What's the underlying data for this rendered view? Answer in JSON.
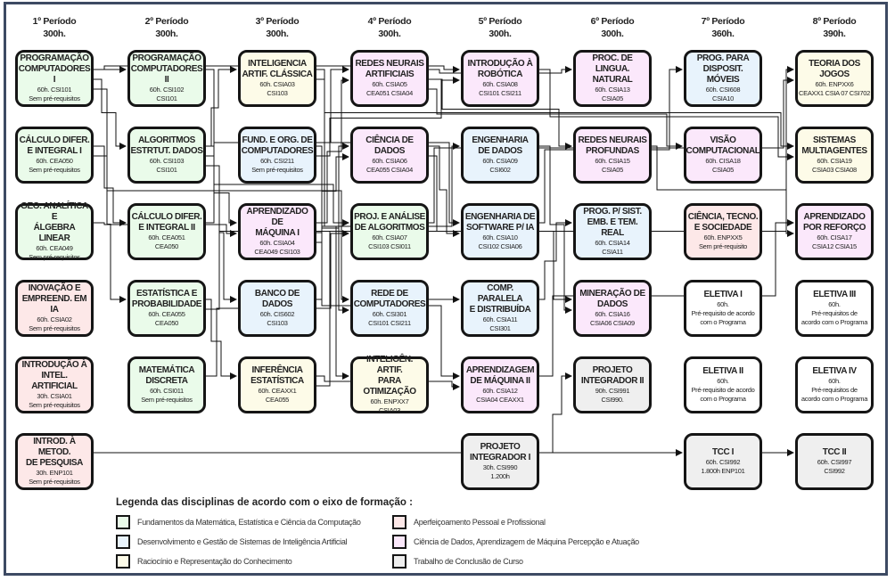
{
  "periods": [
    {
      "label": "1º Período",
      "hours": "300h."
    },
    {
      "label": "2º Período",
      "hours": "300h."
    },
    {
      "label": "3º Período",
      "hours": "300h."
    },
    {
      "label": "4º Período",
      "hours": "300h."
    },
    {
      "label": "5º Período",
      "hours": "300h."
    },
    {
      "label": "6º Período",
      "hours": "300h."
    },
    {
      "label": "7º Período",
      "hours": "360h."
    },
    {
      "label": "8º Período",
      "hours": "390h."
    }
  ],
  "courses": [
    {
      "id": "p1r1",
      "col": 0,
      "row": 0,
      "axis": "fund",
      "title": [
        "PROGRAMAÇÃO",
        "COMPUTADORES I"
      ],
      "info": [
        "60h. CSI101",
        "Sem pré-requisitos"
      ]
    },
    {
      "id": "p1r2",
      "col": 0,
      "row": 1,
      "axis": "fund",
      "title": [
        "CÁLCULO DIFER.",
        "E INTEGRAL I"
      ],
      "info": [
        "60h. CEA050",
        "Sem pré-requisitos"
      ]
    },
    {
      "id": "p1r3",
      "col": 0,
      "row": 2,
      "axis": "fund",
      "title": [
        "GEO. ANALÍTICA E",
        "ÁLGEBRA LINEAR"
      ],
      "info": [
        "60h. CEA049",
        "Sem pré-requisitos"
      ]
    },
    {
      "id": "p1r4",
      "col": 0,
      "row": 3,
      "axis": "ape",
      "title": [
        "INOVAÇÃO E",
        "EMPREEND. EM IA"
      ],
      "info": [
        "60h. CSIA02",
        "Sem pré-requisitos"
      ]
    },
    {
      "id": "p1r5",
      "col": 0,
      "row": 4,
      "axis": "ape",
      "title": [
        "INTRODUÇÃO À",
        "INTEL. ARTIFICIAL"
      ],
      "info": [
        "30h. CSIA01",
        "Sem pré-requisitos"
      ]
    },
    {
      "id": "p1r6",
      "col": 0,
      "row": 5,
      "axis": "ape",
      "title": [
        "INTROD. À METOD.",
        "DE PESQUISA"
      ],
      "info": [
        "30h. ENP101",
        "Sem pré-requisitos"
      ]
    },
    {
      "id": "p2r1",
      "col": 1,
      "row": 0,
      "axis": "fund",
      "title": [
        "PROGRAMAÇÃO",
        "COMPUTADORES II"
      ],
      "info": [
        "60h. CSI102",
        "CSI101"
      ]
    },
    {
      "id": "p2r2",
      "col": 1,
      "row": 1,
      "axis": "fund",
      "title": [
        "ALGORITMOS",
        "ESTRTUT. DADOS"
      ],
      "info": [
        "60h. CSI103",
        "CSI101"
      ]
    },
    {
      "id": "p2r3",
      "col": 1,
      "row": 2,
      "axis": "fund",
      "title": [
        "CÁLCULO DIFER.",
        "E INTEGRAL II"
      ],
      "info": [
        "60h. CEA051",
        "CEA050"
      ]
    },
    {
      "id": "p2r4",
      "col": 1,
      "row": 3,
      "axis": "fund",
      "title": [
        "ESTATÍSTICA E",
        "PROBABILIDADE"
      ],
      "info": [
        "60h. CEA055",
        "CEA050"
      ]
    },
    {
      "id": "p2r5",
      "col": 1,
      "row": 4,
      "axis": "fund",
      "title": [
        "MATEMÁTICA",
        "DISCRETA"
      ],
      "info": [
        "60h. CSI011",
        "Sem pré-requisitos"
      ]
    },
    {
      "id": "p3r1",
      "col": 2,
      "row": 0,
      "axis": "rac",
      "title": [
        "INTELIGENCIA",
        "ARTIF. CLÁSSICA"
      ],
      "info": [
        "60h. CSIA03",
        "CSI103"
      ]
    },
    {
      "id": "p3r2",
      "col": 2,
      "row": 1,
      "axis": "dev",
      "title": [
        "FUND. E ORG. DE",
        "COMPUTADORES"
      ],
      "info": [
        "60h. CSI211",
        "Sem pré-requisitos"
      ]
    },
    {
      "id": "p3r3",
      "col": 2,
      "row": 2,
      "axis": "cd",
      "title": [
        "APRENDIZADO DE",
        "MÁQUINA I"
      ],
      "info": [
        "60h. CSIA04",
        "CEA049 CSI103"
      ]
    },
    {
      "id": "p3r4",
      "col": 2,
      "row": 3,
      "axis": "dev",
      "title": [
        "BANCO DE",
        "DADOS"
      ],
      "info": [
        "60h. CIS602",
        "CSI103"
      ]
    },
    {
      "id": "p3r5",
      "col": 2,
      "row": 4,
      "axis": "rac",
      "title": [
        "INFERÊNCIA",
        "ESTATÍSTICA"
      ],
      "info": [
        "60h. CEAXX1",
        "CEA055"
      ]
    },
    {
      "id": "p4r1",
      "col": 3,
      "row": 0,
      "axis": "cd",
      "title": [
        "REDES NEURAIS",
        "ARTIFICIAIS"
      ],
      "info": [
        "60h. CSIA05",
        "CEA051 CSIA04"
      ]
    },
    {
      "id": "p4r2",
      "col": 3,
      "row": 1,
      "axis": "cd",
      "title": [
        "CIÊNCIA DE",
        "DADOS"
      ],
      "info": [
        "60h. CSIA06",
        "CEA055 CSIA04"
      ]
    },
    {
      "id": "p4r3",
      "col": 3,
      "row": 2,
      "axis": "fund",
      "title": [
        "PROJ. E ANÁLISE",
        "DE ALGORITMOS"
      ],
      "info": [
        "60h. CSIA07",
        "CSI103 CSI011"
      ]
    },
    {
      "id": "p4r4",
      "col": 3,
      "row": 3,
      "axis": "dev",
      "title": [
        "REDE DE",
        "COMPUTADORES"
      ],
      "info": [
        "60h. CSI301",
        "CSI101 CSI211"
      ]
    },
    {
      "id": "p4r5",
      "col": 3,
      "row": 4,
      "axis": "rac",
      "title": [
        "INTELIGÊN. ARTIF.",
        "PARA OTIMIZAÇÃO"
      ],
      "info": [
        "60h. ENPXX7",
        "CSIA03"
      ]
    },
    {
      "id": "p5r1",
      "col": 4,
      "row": 0,
      "axis": "cd",
      "title": [
        "INTRODUÇÃO À",
        "ROBÓTICA"
      ],
      "info": [
        "60h. CSIA08",
        "CSI101 CSI211"
      ]
    },
    {
      "id": "p5r2",
      "col": 4,
      "row": 1,
      "axis": "dev",
      "title": [
        "ENGENHARIA",
        "DE DADOS"
      ],
      "info": [
        "60h. CSIA09",
        "CSI602"
      ]
    },
    {
      "id": "p5r3",
      "col": 4,
      "row": 2,
      "axis": "dev",
      "title": [
        "ENGENHARIA DE",
        "SOFTWARE P/ IA"
      ],
      "info": [
        "60h. CSIA10",
        "CSI102 CSIA06"
      ]
    },
    {
      "id": "p5r4",
      "col": 4,
      "row": 3,
      "axis": "dev",
      "title": [
        "COMP. PARALELA",
        "E DISTRIBUÍDA"
      ],
      "info": [
        "60h. CSIA11",
        "CSI301"
      ]
    },
    {
      "id": "p5r5",
      "col": 4,
      "row": 4,
      "axis": "cd",
      "title": [
        "APRENDIZAGEM",
        "DE MÁQUINA II"
      ],
      "info": [
        "60h. CSIA12",
        "CSIA04 CEAXX1"
      ]
    },
    {
      "id": "p5r6",
      "col": 4,
      "row": 5,
      "axis": "tcc",
      "title": [
        "PROJETO",
        "INTEGRADOR I"
      ],
      "info": [
        "30h. CSI990",
        "1.200h"
      ]
    },
    {
      "id": "p6r1",
      "col": 5,
      "row": 0,
      "axis": "cd",
      "title": [
        "PROC. DE LINGUA.",
        "NATURAL"
      ],
      "info": [
        "60h. CSIA13",
        "CSIA05"
      ]
    },
    {
      "id": "p6r2",
      "col": 5,
      "row": 1,
      "axis": "cd",
      "title": [
        "REDES NEURAIS",
        "PROFUNDAS"
      ],
      "info": [
        "60h. CSIA15",
        "CSIA05"
      ]
    },
    {
      "id": "p6r3",
      "col": 5,
      "row": 2,
      "axis": "dev",
      "title": [
        "PROG. P/ SIST.",
        "EMB. E TEM. REAL"
      ],
      "info": [
        "60h. CSIA14",
        "CSIA11"
      ]
    },
    {
      "id": "p6r4",
      "col": 5,
      "row": 3,
      "axis": "cd",
      "title": [
        "MINERAÇÃO DE",
        "DADOS"
      ],
      "info": [
        "60h. CSIA16",
        "CSIA06 CSIA09"
      ]
    },
    {
      "id": "p6r5",
      "col": 5,
      "row": 4,
      "axis": "tcc",
      "title": [
        "PROJETO",
        "INTEGRADOR II"
      ],
      "info": [
        "90h. CSI991",
        "CSI990."
      ]
    },
    {
      "id": "p7r1",
      "col": 6,
      "row": 0,
      "axis": "dev",
      "title": [
        "PROG. PARA",
        "DISPOSIT. MÓVEIS"
      ],
      "info": [
        "60h. CSI608",
        "CSIA10"
      ]
    },
    {
      "id": "p7r2",
      "col": 6,
      "row": 1,
      "axis": "cd",
      "title": [
        "VISÃO",
        "COMPUTACIONAL"
      ],
      "info": [
        "60h. CISA18",
        "CSIA05"
      ]
    },
    {
      "id": "p7r3",
      "col": 6,
      "row": 2,
      "axis": "ape",
      "title": [
        "CIÊNCIA, TECNO.",
        "E SOCIEDADE"
      ],
      "info": [
        "60h. ENPXX5",
        "Sem pré-requisito"
      ]
    },
    {
      "id": "p7r4",
      "col": 6,
      "row": 3,
      "axis": "ele",
      "title": [
        "ELETIVA I"
      ],
      "info": [
        "60h.",
        "Pré-requisito de acordo",
        "com o Programa"
      ]
    },
    {
      "id": "p7r5",
      "col": 6,
      "row": 4,
      "axis": "ele",
      "title": [
        "ELETIVA II"
      ],
      "info": [
        "60h.",
        "Pré-requisito de acordo",
        "com o Programa"
      ]
    },
    {
      "id": "p7r6",
      "col": 6,
      "row": 5,
      "axis": "tcc",
      "title": [
        "TCC I"
      ],
      "info": [
        "60h. CSI992",
        "1.800h ENP101"
      ]
    },
    {
      "id": "p8r1",
      "col": 7,
      "row": 0,
      "axis": "rac",
      "title": [
        "TEORIA DOS",
        "JOGOS"
      ],
      "info": [
        "60h. ENPXX6",
        "CEAXX1 CSIA 07 CSI702"
      ]
    },
    {
      "id": "p8r2",
      "col": 7,
      "row": 1,
      "axis": "rac",
      "title": [
        "SISTEMAS",
        "MULTIAGENTES"
      ],
      "info": [
        "60h. CSIA19",
        "CSIA03 CSIA08"
      ]
    },
    {
      "id": "p8r3",
      "col": 7,
      "row": 2,
      "axis": "cd",
      "title": [
        "APRENDIZADO",
        "POR REFORÇO"
      ],
      "info": [
        "60h. CISA17",
        "CSIA12 CSIA15"
      ]
    },
    {
      "id": "p8r4",
      "col": 7,
      "row": 3,
      "axis": "ele",
      "title": [
        "ELETIVA III"
      ],
      "info": [
        "60h.",
        "Pré-requisitos de",
        "acordo com o Programa"
      ]
    },
    {
      "id": "p8r5",
      "col": 7,
      "row": 4,
      "axis": "ele",
      "title": [
        "ELETIVA IV"
      ],
      "info": [
        "60h.",
        "Pré-requisitos de",
        "acordo com o Programa"
      ]
    },
    {
      "id": "p8r6",
      "col": 7,
      "row": 5,
      "axis": "tcc",
      "title": [
        "TCC II"
      ],
      "info": [
        "60h. CSI997",
        "CSI992"
      ]
    }
  ],
  "edges": [
    [
      "p1r1",
      "p2r1"
    ],
    [
      "p1r1",
      "p2r2"
    ],
    [
      "p1r2",
      "p2r3"
    ],
    [
      "p1r2",
      "p2r4"
    ],
    [
      "p2r2",
      "p3r1"
    ],
    [
      "p2r2",
      "p3r3"
    ],
    [
      "p1r3",
      "p3r3"
    ],
    [
      "p2r2",
      "p3r4"
    ],
    [
      "p2r4",
      "p3r5"
    ],
    [
      "p2r3",
      "p4r1"
    ],
    [
      "p3r3",
      "p4r1"
    ],
    [
      "p2r4",
      "p4r2"
    ],
    [
      "p3r3",
      "p4r2"
    ],
    [
      "p2r2",
      "p4r3"
    ],
    [
      "p2r5",
      "p4r3"
    ],
    [
      "p1r1",
      "p4r4"
    ],
    [
      "p3r2",
      "p4r4"
    ],
    [
      "p3r1",
      "p4r5"
    ],
    [
      "p1r1",
      "p5r1"
    ],
    [
      "p3r2",
      "p5r1"
    ],
    [
      "p3r4",
      "p5r2"
    ],
    [
      "p2r1",
      "p5r3"
    ],
    [
      "p4r2",
      "p5r3"
    ],
    [
      "p4r4",
      "p5r4"
    ],
    [
      "p3r3",
      "p5r5"
    ],
    [
      "p3r5",
      "p5r5"
    ],
    [
      "p4r1",
      "p6r1"
    ],
    [
      "p4r1",
      "p6r2"
    ],
    [
      "p5r4",
      "p6r3"
    ],
    [
      "p4r2",
      "p6r4"
    ],
    [
      "p5r2",
      "p6r4"
    ],
    [
      "p5r6",
      "p6r5"
    ],
    [
      "p5r3",
      "p7r1"
    ],
    [
      "p4r1",
      "p7r2"
    ],
    [
      "p1r6",
      "p7r6"
    ],
    [
      "p3r5",
      "p8r1"
    ],
    [
      "p4r3",
      "p8r1"
    ],
    [
      "p3r1",
      "p8r2"
    ],
    [
      "p5r1",
      "p8r2"
    ],
    [
      "p5r5",
      "p8r3"
    ],
    [
      "p6r2",
      "p8r3"
    ],
    [
      "p7r6",
      "p8r6"
    ]
  ],
  "legend": {
    "title": "Legenda das disciplinas de acordo com o eixo de formação :",
    "items": [
      {
        "axis": "fund",
        "label": "Fundamentos da Matemática, Estatística e Ciência da Computação",
        "color": "#eafbea"
      },
      {
        "axis": "dev",
        "label": "Desenvolvimento e Gestão de Sistemas de Inteligência Artificial",
        "color": "#e8f3fc"
      },
      {
        "axis": "rac",
        "label": "Raciocínio e Representação do Conhecimento",
        "color": "#fdfbe8"
      },
      {
        "axis": "ape",
        "label": "Aperfeiçoamento Pessoal e Profissional",
        "color": "#fde8e8"
      },
      {
        "axis": "cd",
        "label": "Ciência de Dados, Aprendizagem de Máquina Percepção e Atuação",
        "color": "#fbe8fb"
      },
      {
        "axis": "tcc",
        "label": "Trabalho de Conclusão de Curso",
        "color": "#efefef"
      }
    ]
  },
  "colors": {
    "frame": "#3d4a63",
    "box_border": "#151515",
    "wire": "#111111"
  }
}
